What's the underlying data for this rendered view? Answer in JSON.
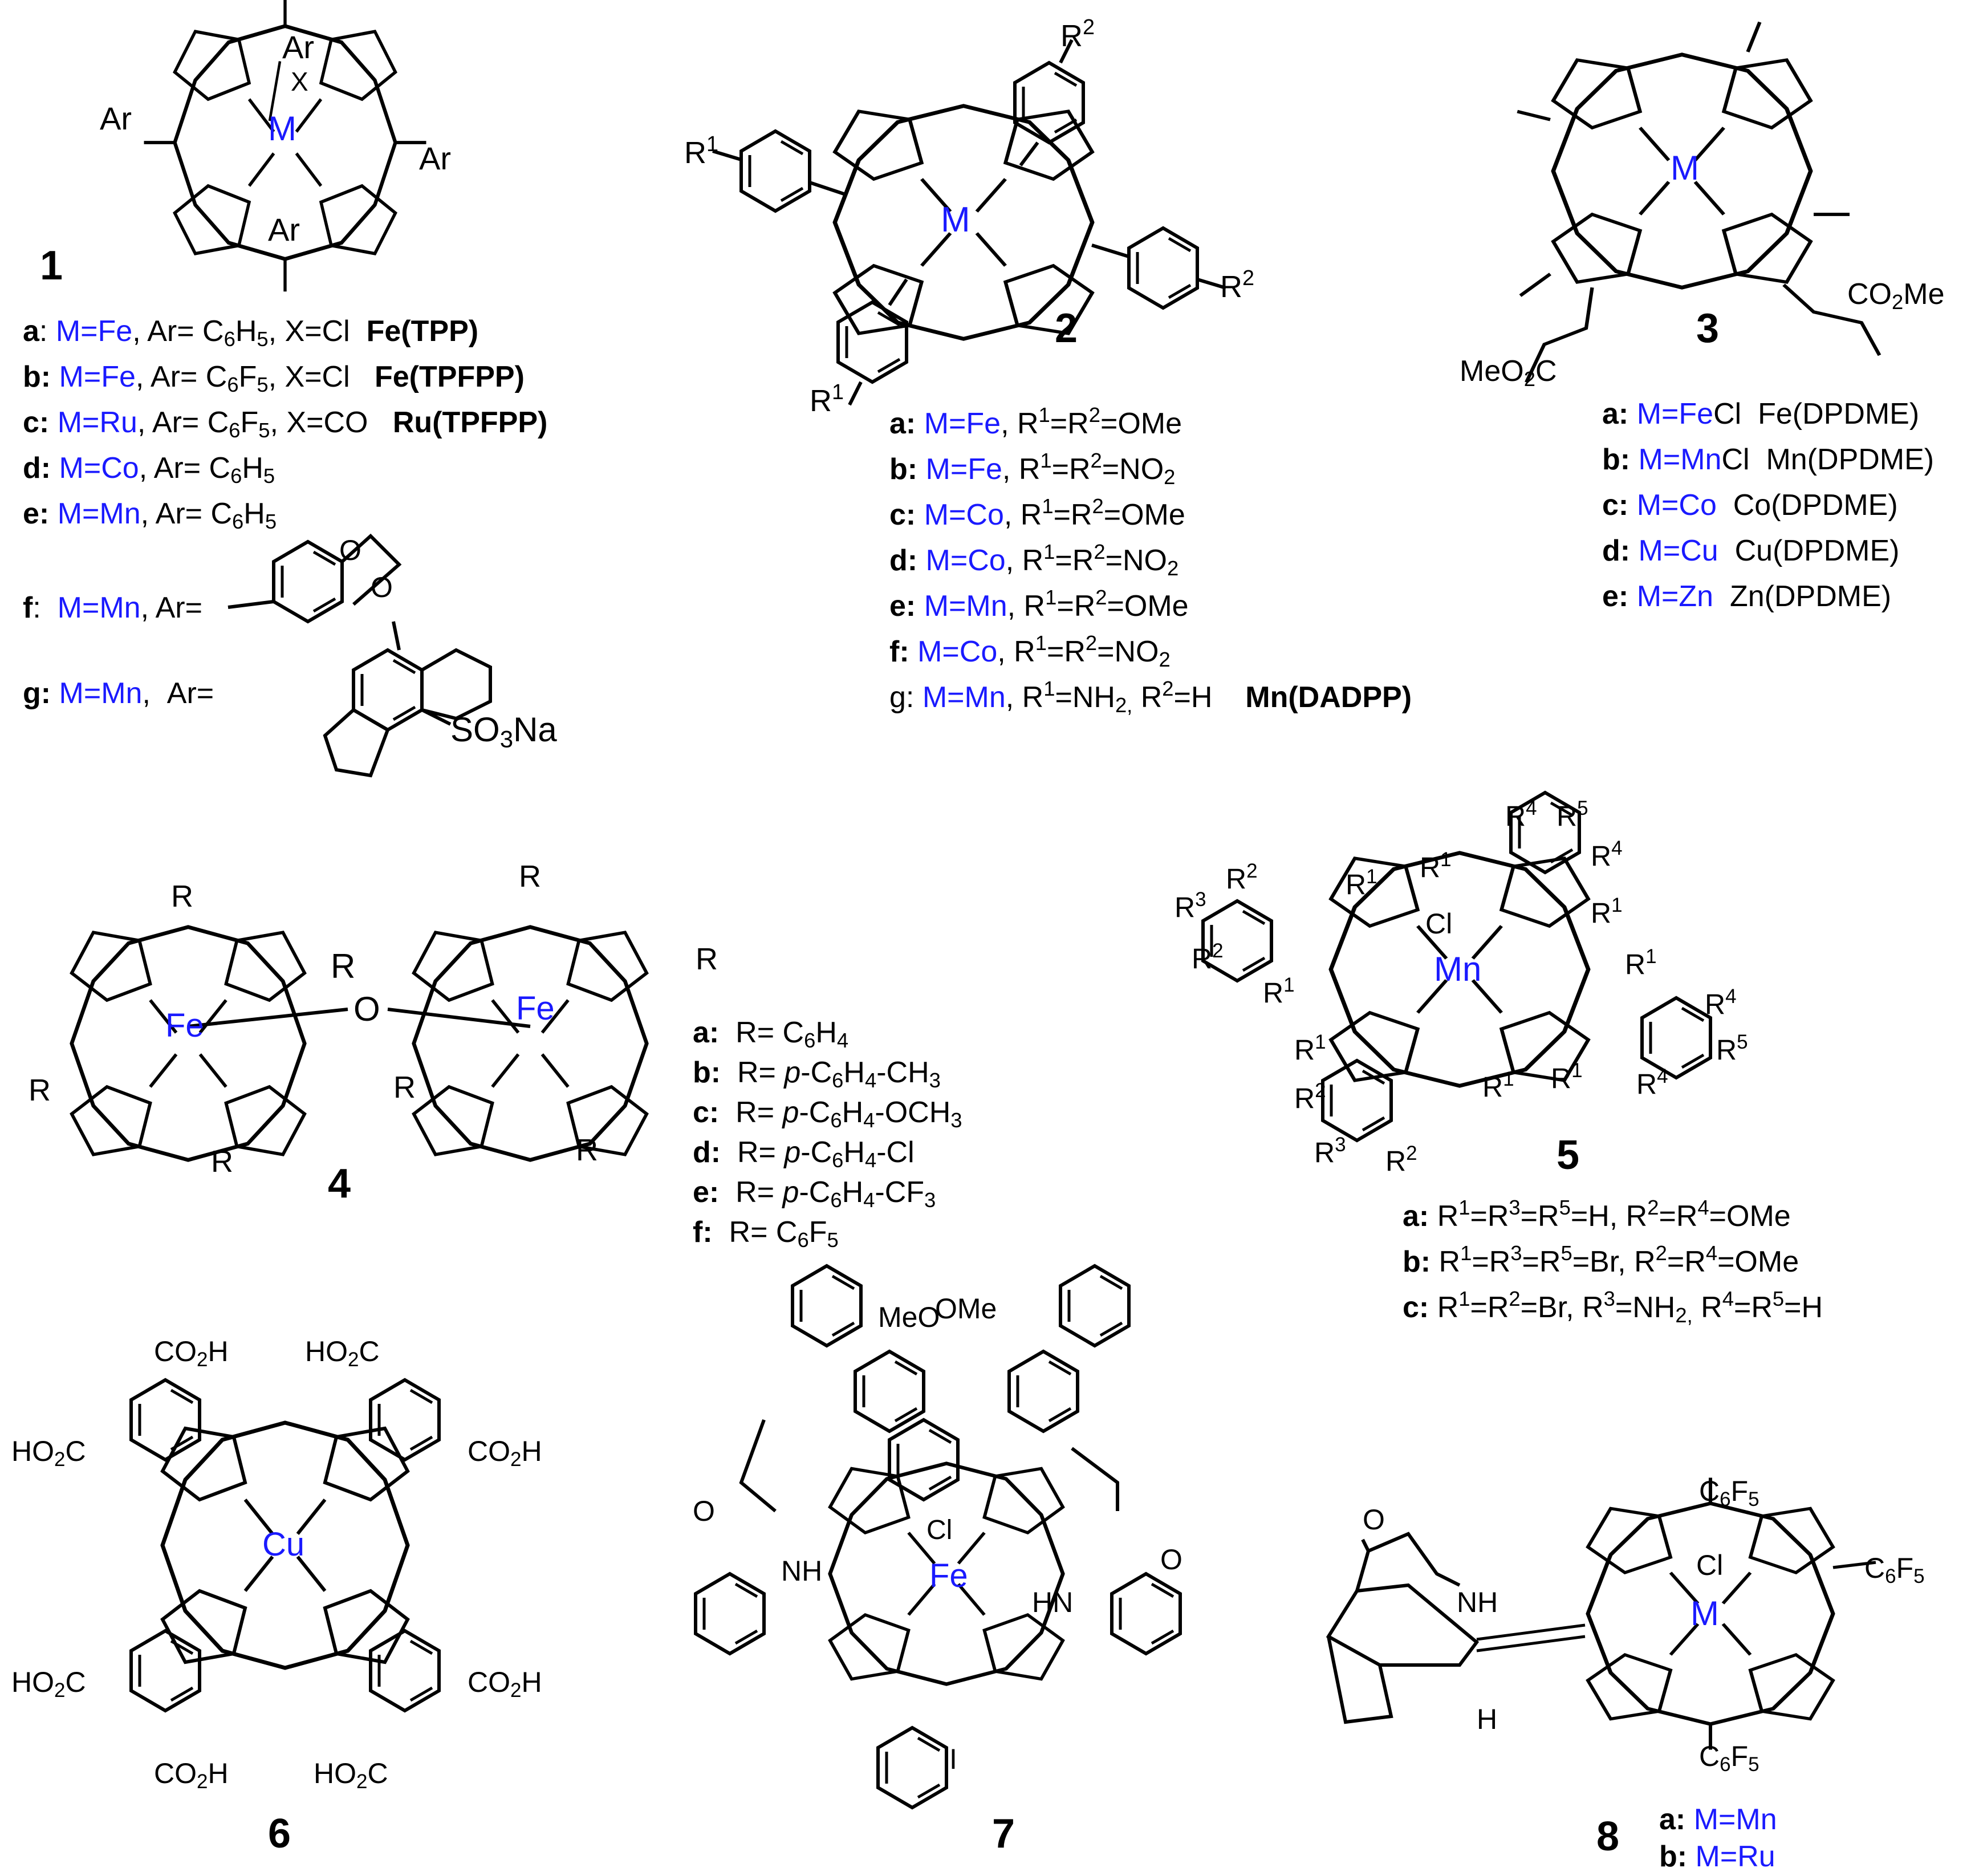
{
  "colors": {
    "metal": "#1a1aff",
    "ink": "#000000"
  },
  "compounds": [
    {
      "number": "1",
      "atoms": {
        "metal": "M",
        "x": "X",
        "ar_top": "Ar",
        "ar_left": "Ar",
        "ar_right": "Ar",
        "ar_bottom": "Ar"
      },
      "variants": [
        {
          "key": "a",
          "metal": "M=Fe",
          "rest": ", Ar= C6H5, X=Cl",
          "name": "Fe(TPP)"
        },
        {
          "key": "b:",
          "metal": "M=Fe",
          "rest": ", Ar= C6F5, X=Cl",
          "name": "Fe(TPFPP)"
        },
        {
          "key": "c:",
          "metal": "M=Ru",
          "rest": ", Ar= C6F5, X=CO",
          "name": "Ru(TPFPP)"
        },
        {
          "key": "d:",
          "metal": "M=Co",
          "rest": ", Ar= C6H5",
          "name": ""
        },
        {
          "key": "e:",
          "metal": "M=Mn",
          "rest": ", Ar= C6H5",
          "name": ""
        },
        {
          "key": "f",
          "metal": "M=Mn",
          "rest": ", Ar=",
          "name": ""
        },
        {
          "key": "g:",
          "metal": "M=Mn",
          "rest": ", Ar=",
          "name": ""
        }
      ],
      "g_substituent": "SO3Na"
    },
    {
      "number": "2",
      "atoms": {
        "metal": "M",
        "r1_top": "R1",
        "r1_bottom": "R1",
        "r2_top": "R2",
        "r2_right": "R2"
      },
      "variants": [
        {
          "key": "a:",
          "metal": "M=Fe",
          "rest": ", R1=R2=OMe",
          "name": ""
        },
        {
          "key": "b:",
          "metal": "M=Fe",
          "rest": ", R1=R2=NO2",
          "name": ""
        },
        {
          "key": "c:",
          "metal": "M=Co",
          "rest": ", R1=R2=OMe",
          "name": ""
        },
        {
          "key": "d:",
          "metal": "M=Co",
          "rest": ", R1=R2=NO2",
          "name": ""
        },
        {
          "key": "e:",
          "metal": "M=Mn",
          "rest": ", R1=R2=OMe",
          "name": ""
        },
        {
          "key": "f:",
          "metal": "M=Co",
          "rest": ", R1=R2=NO2",
          "name": ""
        },
        {
          "key": "g:",
          "metal": "M=Mn",
          "rest": ", R1=NH2, R2=H",
          "name": "Mn(DADPP)"
        }
      ]
    },
    {
      "number": "3",
      "atoms": {
        "metal": "M",
        "ester_right": "CO2Me",
        "ester_left": "MeO2C"
      },
      "variants": [
        {
          "key": "a:",
          "metal": "M=Fe",
          "rest": "Cl  Fe(DPDME)",
          "name": ""
        },
        {
          "key": "b:",
          "metal": "M=Mn",
          "rest": "Cl  Mn(DPDME)",
          "name": ""
        },
        {
          "key": "c:",
          "metal": "M=Co",
          "rest": "  Co(DPDME)",
          "name": ""
        },
        {
          "key": "d:",
          "metal": "M=Cu",
          "rest": "  Cu(DPDME)",
          "name": ""
        },
        {
          "key": "e:",
          "metal": "M=Zn",
          "rest": "  Zn(DPDME)",
          "name": ""
        }
      ]
    },
    {
      "number": "4",
      "atoms": {
        "metal": "Fe",
        "bridge": "O",
        "r": "R"
      },
      "variants": [
        {
          "key": "a:",
          "text": "R= C6H4"
        },
        {
          "key": "b:",
          "text": "R= p-C6H4-CH3"
        },
        {
          "key": "c:",
          "text": "R= p-C6H4-OCH3"
        },
        {
          "key": "d:",
          "text": "R= p-C6H4-Cl"
        },
        {
          "key": "e:",
          "text": "R= p-C6H4-CF3"
        },
        {
          "key": "f:",
          "text": "R= C6F5"
        }
      ]
    },
    {
      "number": "5",
      "atoms": {
        "metal": "Mn",
        "axial": "Cl"
      },
      "variants": [
        {
          "key": "a:",
          "text": "R1=R3=R5=H, R2=R4=OMe"
        },
        {
          "key": "b:",
          "text": "R1=R3=R5=Br, R2=R4=OMe"
        },
        {
          "key": "c:",
          "text": "R1=R2=Br, R3=NH2, R4=R5=H"
        }
      ]
    },
    {
      "number": "6",
      "atoms": {
        "metal": "Cu",
        "acid": "CO2H",
        "acid_rev": "HO2C"
      }
    },
    {
      "number": "7",
      "atoms": {
        "metal": "Fe",
        "axial": "Cl",
        "ome1": "MeO",
        "ome2": "OMe",
        "iodo": "I",
        "amide_o": "O",
        "amide_nh": "NH",
        "amide_hn": "HN"
      }
    },
    {
      "number": "8",
      "atoms": {
        "metal": "M",
        "axial": "Cl",
        "c6f5": "C6F5",
        "lactam_o": "O",
        "lactam_nh": "NH",
        "h": "H"
      },
      "variants": [
        {
          "key": "a:",
          "metal": "M=Mn"
        },
        {
          "key": "b:",
          "metal": "M=Ru"
        }
      ]
    }
  ]
}
